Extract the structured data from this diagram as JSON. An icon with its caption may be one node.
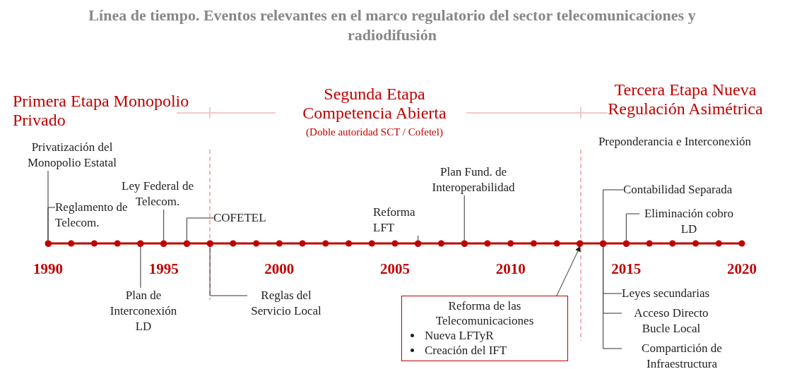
{
  "diagram": {
    "title": "Línea de tiempo. Eventos relevantes en el marco regulatorio del sector telecomunicaciones y radiodifusión",
    "nodes": [
      {
        "text": [
          "Privatización del Monopolio Estatal"
        ]
      },
      {
        "text": [
          "Reglamento de Telecom."
        ]
      },
      {
        "text": [
          "Ley Federal de Telecom."
        ]
      },
      {
        "text": [
          "COFETEL"
        ]
      },
      {
        "text": [
          "Reforma LFT"
        ]
      },
      {
        "text": [
          "Plan Fund. de Interoperabilidad"
        ]
      },
      {
        "text": [
          "Contabilidad Separada"
        ]
      },
      {
        "text": [
          "Eliminación cobro LD"
        ]
      },
      {
        "text": [
          "Plan de Interconexión LD"
        ]
      },
      {
        "text": [
          "Reglas del Servicio Local"
        ]
      },
      {
        "text": [
          "Reforma de las Telecomunicaciones",
          "Nueva LFTyR",
          "Creación del IFT"
        ]
      },
      {
        "text": [
          "Leyes secundarias"
        ]
      },
      {
        "text": [
          "Acceso Directo Bucle Local"
        ]
      },
      {
        "text": [
          "Compartición de Infraestructura"
        ]
      },
      {
        "text": [],
        "shape": "circle"
      },
      {
        "text": [],
        "shape": "circle"
      },
      {
        "text": [],
        "shape": "circle"
      },
      {
        "text": [],
        "shape": "circle"
      },
      {
        "text": [],
        "shape": "circle"
      },
      {
        "text": [],
        "shape": "circle"
      },
      {
        "text": [],
        "shape": "circle"
      },
      {
        "text": [],
        "shape": "circle"
      },
      {
        "text": [],
        "shape": "circle"
      },
      {
        "text": [],
        "shape": "circle"
      }
    ],
    "edges": [
      {
        "from": 0,
        "to": 14,
        "arrow": "none"
      },
      {
        "from": 1,
        "to": 14,
        "arrow": "none"
      },
      {
        "from": 2,
        "to": 16,
        "arrow": "none"
      },
      {
        "from": 3,
        "to": 17,
        "arrow": "none"
      },
      {
        "from": 4,
        "to": 19,
        "arrow": "none"
      },
      {
        "from": 5,
        "to": 20,
        "arrow": "none"
      },
      {
        "from": 6,
        "to": 22,
        "arrow": "none"
      },
      {
        "from": 7,
        "to": 23,
        "arrow": "none"
      },
      {
        "from": 8,
        "to": 15,
        "arrow": "none"
      },
      {
        "from": 9,
        "to": 18,
        "arrow": "none"
      },
      {
        "from": 10,
        "to": 21,
        "arrow": "to"
      },
      {
        "from": 11,
        "to": 22,
        "arrow": "none"
      },
      {
        "from": 12,
        "to": 22,
        "arrow": "none"
      },
      {
        "from": 13,
        "to": 22,
        "arrow": "none"
      }
    ],
    "labels": [
      "Primera Etapa Monopolio Privado",
      "Segunda Etapa Competencia Abierta",
      "(Doble autoridad SCT / Cofetel)",
      "Tercera Etapa Nueva Regulación Asimétrica",
      "Preponderancia e Interconexión",
      "1990",
      "1995",
      "2000",
      "2005",
      "2010",
      "2015",
      "2020"
    ]
  }
}
